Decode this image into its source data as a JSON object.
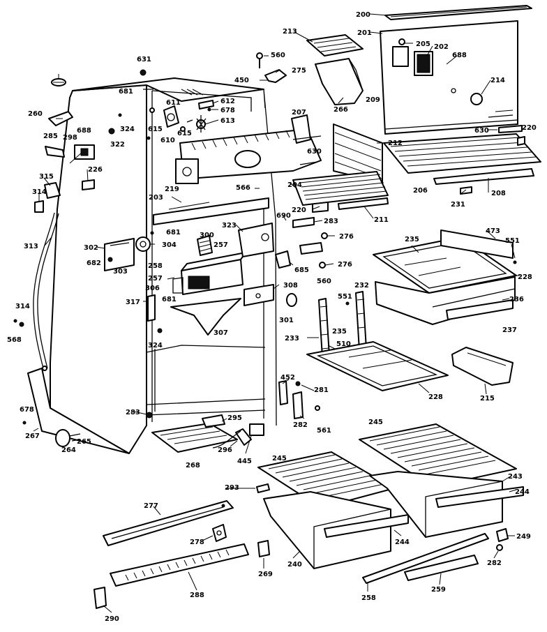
{
  "diagram": {
    "labels": [
      {
        "id": "l200",
        "text": "200"
      },
      {
        "id": "l201",
        "text": "201"
      },
      {
        "id": "l213",
        "text": "213"
      },
      {
        "id": "l560a",
        "text": "560"
      },
      {
        "id": "l275",
        "text": "275"
      },
      {
        "id": "l450",
        "text": "450"
      },
      {
        "id": "l205",
        "text": "205"
      },
      {
        "id": "l202",
        "text": "202"
      },
      {
        "id": "l688a",
        "text": "688"
      },
      {
        "id": "l214",
        "text": "214"
      },
      {
        "id": "l266",
        "text": "266"
      },
      {
        "id": "l209",
        "text": "209"
      },
      {
        "id": "l630a",
        "text": "630"
      },
      {
        "id": "l631",
        "text": "631"
      },
      {
        "id": "l681a",
        "text": "681"
      },
      {
        "id": "l611",
        "text": "611"
      },
      {
        "id": "l612",
        "text": "612"
      },
      {
        "id": "l678a",
        "text": "678"
      },
      {
        "id": "l613",
        "text": "613"
      },
      {
        "id": "l207",
        "text": "207"
      },
      {
        "id": "l260",
        "text": "260"
      },
      {
        "id": "l324a",
        "text": "324"
      },
      {
        "id": "l615a",
        "text": "615"
      },
      {
        "id": "l285a",
        "text": "285"
      },
      {
        "id": "l298",
        "text": "298"
      },
      {
        "id": "l688b",
        "text": "688"
      },
      {
        "id": "l322",
        "text": "322"
      },
      {
        "id": "l610",
        "text": "610"
      },
      {
        "id": "l615b",
        "text": "615"
      },
      {
        "id": "l630b",
        "text": "630"
      },
      {
        "id": "l220a",
        "text": "220"
      },
      {
        "id": "l212",
        "text": "212"
      },
      {
        "id": "l226",
        "text": "226"
      },
      {
        "id": "l315",
        "text": "315"
      },
      {
        "id": "l314a",
        "text": "314"
      },
      {
        "id": "l203",
        "text": "203"
      },
      {
        "id": "l219",
        "text": "219"
      },
      {
        "id": "l566",
        "text": "566"
      },
      {
        "id": "l204",
        "text": "204"
      },
      {
        "id": "l206",
        "text": "206"
      },
      {
        "id": "l208",
        "text": "208"
      },
      {
        "id": "l231",
        "text": "231"
      },
      {
        "id": "l220b",
        "text": "220"
      },
      {
        "id": "l211",
        "text": "211"
      },
      {
        "id": "l690",
        "text": "690"
      },
      {
        "id": "l283a",
        "text": "283"
      },
      {
        "id": "l681b",
        "text": "681"
      },
      {
        "id": "l323",
        "text": "323"
      },
      {
        "id": "l300",
        "text": "300"
      },
      {
        "id": "l257a",
        "text": "257"
      },
      {
        "id": "l313",
        "text": "313"
      },
      {
        "id": "l302",
        "text": "302"
      },
      {
        "id": "l304",
        "text": "304"
      },
      {
        "id": "l682",
        "text": "682"
      },
      {
        "id": "l303",
        "text": "303"
      },
      {
        "id": "l258a",
        "text": "258"
      },
      {
        "id": "l276a",
        "text": "276"
      },
      {
        "id": "l276b",
        "text": "276"
      },
      {
        "id": "l685",
        "text": "685"
      },
      {
        "id": "l560b",
        "text": "560"
      },
      {
        "id": "l235a",
        "text": "235"
      },
      {
        "id": "l473",
        "text": "473"
      },
      {
        "id": "l551a",
        "text": "551"
      },
      {
        "id": "l228a",
        "text": "228"
      },
      {
        "id": "l257b",
        "text": "257"
      },
      {
        "id": "l306",
        "text": "306"
      },
      {
        "id": "l681c",
        "text": "681"
      },
      {
        "id": "l308",
        "text": "308"
      },
      {
        "id": "l236",
        "text": "236"
      },
      {
        "id": "l317",
        "text": "317"
      },
      {
        "id": "l314b",
        "text": "314"
      },
      {
        "id": "l301",
        "text": "301"
      },
      {
        "id": "l232",
        "text": "232"
      },
      {
        "id": "l551b",
        "text": "551"
      },
      {
        "id": "l237",
        "text": "237"
      },
      {
        "id": "l307",
        "text": "307"
      },
      {
        "id": "l233",
        "text": "233"
      },
      {
        "id": "l510",
        "text": "510"
      },
      {
        "id": "l235b",
        "text": "235"
      },
      {
        "id": "l568",
        "text": "568"
      },
      {
        "id": "l324b",
        "text": "324"
      },
      {
        "id": "l228b",
        "text": "228"
      },
      {
        "id": "l215",
        "text": "215"
      },
      {
        "id": "l452",
        "text": "452"
      },
      {
        "id": "l281",
        "text": "281"
      },
      {
        "id": "l678b",
        "text": "678"
      },
      {
        "id": "l283b",
        "text": "283"
      },
      {
        "id": "l295",
        "text": "295"
      },
      {
        "id": "l282a",
        "text": "282"
      },
      {
        "id": "l561",
        "text": "561"
      },
      {
        "id": "l245a",
        "text": "245"
      },
      {
        "id": "l245b",
        "text": "245"
      },
      {
        "id": "l267",
        "text": "267"
      },
      {
        "id": "l264",
        "text": "264"
      },
      {
        "id": "l265",
        "text": "265"
      },
      {
        "id": "l296",
        "text": "296"
      },
      {
        "id": "l445",
        "text": "445"
      },
      {
        "id": "l268",
        "text": "268"
      },
      {
        "id": "l293",
        "text": "293"
      },
      {
        "id": "l243",
        "text": "243"
      },
      {
        "id": "l244a",
        "text": "244"
      },
      {
        "id": "l277",
        "text": "277"
      },
      {
        "id": "l278",
        "text": "278"
      },
      {
        "id": "l244b",
        "text": "244"
      },
      {
        "id": "l249",
        "text": "249"
      },
      {
        "id": "l240",
        "text": "240"
      },
      {
        "id": "l269",
        "text": "269"
      },
      {
        "id": "l282b",
        "text": "282"
      },
      {
        "id": "l258b",
        "text": "258"
      },
      {
        "id": "l288",
        "text": "288"
      },
      {
        "id": "l259",
        "text": "259"
      },
      {
        "id": "l290",
        "text": "290"
      }
    ]
  }
}
